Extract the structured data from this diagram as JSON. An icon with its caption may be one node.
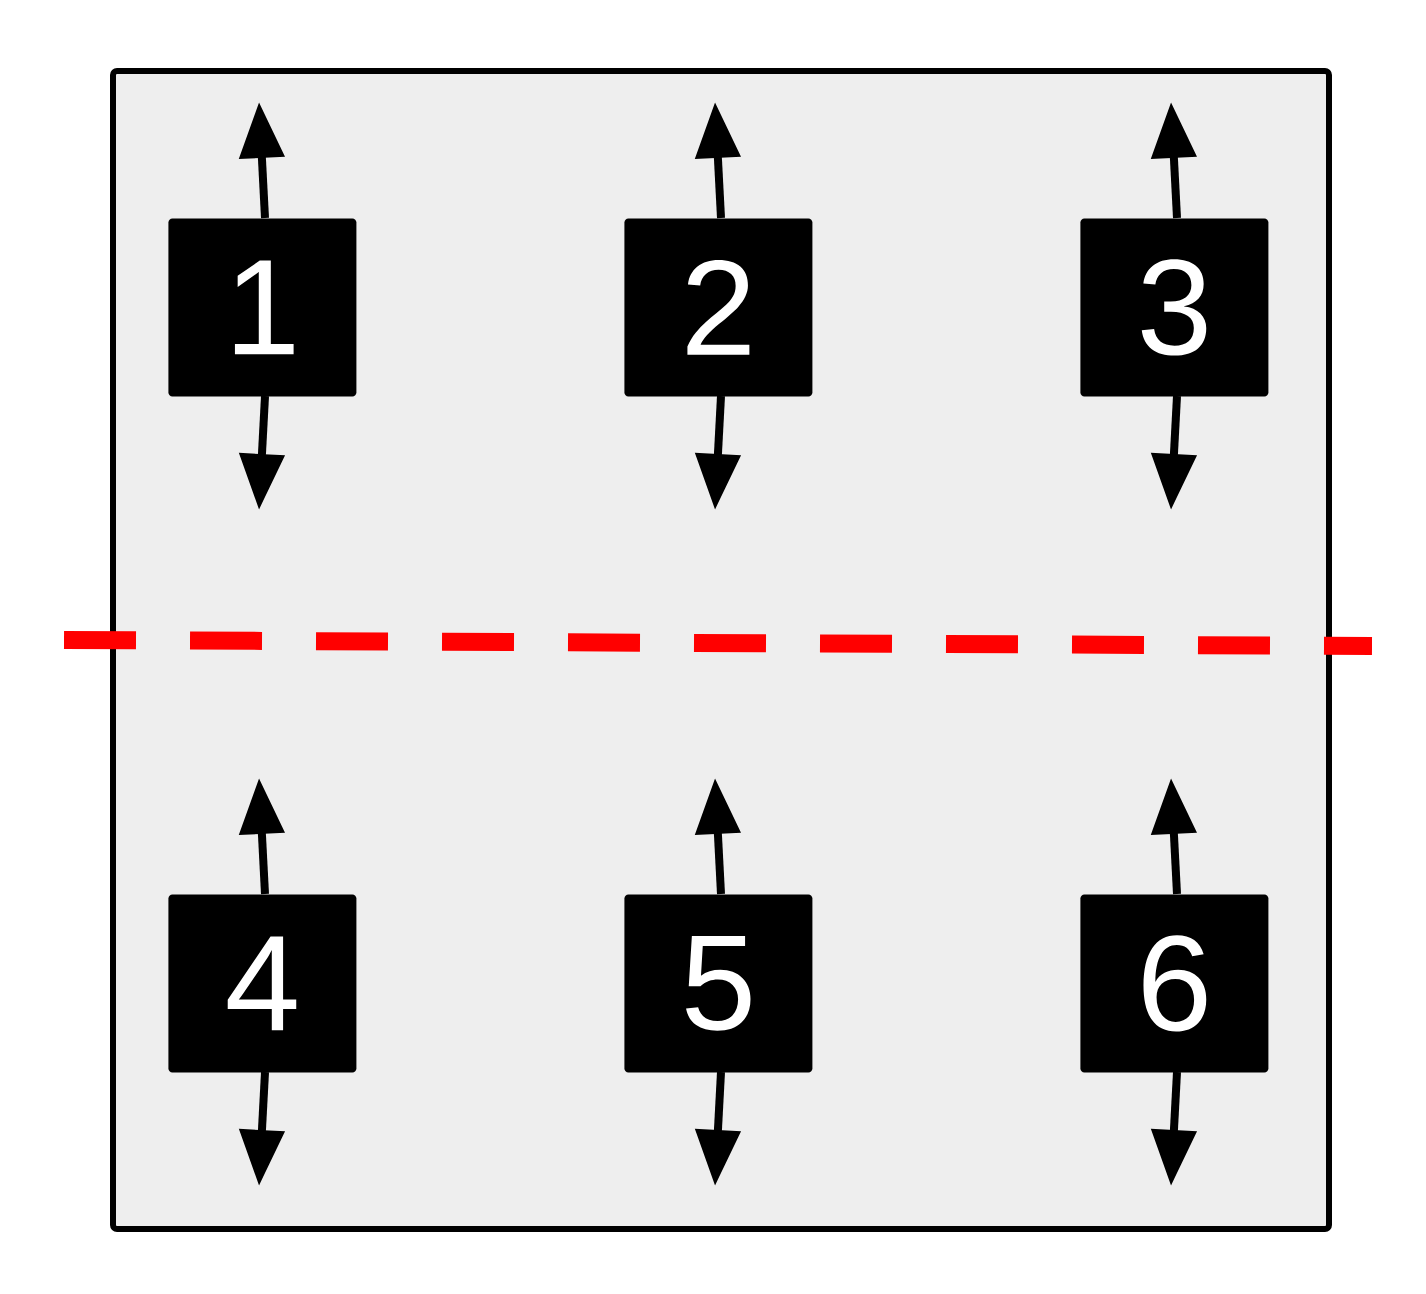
{
  "diagram": {
    "nodes": [
      {
        "text": [],
        "shape": "box"
      },
      {
        "text": [
          "1"
        ],
        "in": 0
      },
      {
        "text": [
          "2"
        ],
        "in": 0
      },
      {
        "text": [
          "3"
        ],
        "in": 0
      },
      {
        "text": [
          "4"
        ],
        "in": 0
      },
      {
        "text": [
          "5"
        ],
        "in": 0
      },
      {
        "text": [
          "6"
        ],
        "in": 0
      }
    ]
  }
}
